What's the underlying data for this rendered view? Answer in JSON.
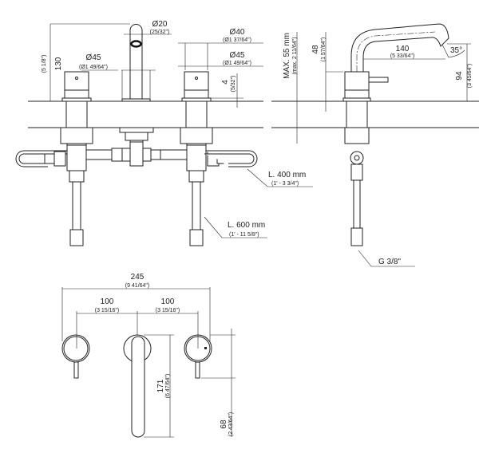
{
  "front_view": {
    "height": {
      "mm": "130",
      "in": "(5 1/8\")"
    },
    "spout_diameter": {
      "mm": "Ø20",
      "in": "(25/32\")"
    },
    "left_handle_diameter": {
      "mm": "Ø45",
      "in": "(Ø1 49/64\")"
    },
    "right_handle_top_diameter": {
      "mm": "Ø40",
      "in": "(Ø1 37/64\")"
    },
    "right_handle_diameter": {
      "mm": "Ø45",
      "in": "(Ø1 49/64\")"
    },
    "base_height": {
      "mm": "4",
      "in": "(5/32\")"
    },
    "hose_short": {
      "mm": "L. 400 mm",
      "in": "(1' - 3 3/4\")"
    },
    "hose_long": {
      "mm": "L. 600 mm",
      "in": "(1' - 11 5/8\")"
    }
  },
  "side_view": {
    "max_thickness": {
      "mm": "MAX. 55 mm",
      "in": "(max. 2 11/64\")"
    },
    "handle_height": {
      "mm": "48",
      "in": "(1 57/64\")"
    },
    "reach": {
      "mm": "140",
      "in": "(5 33/64\")"
    },
    "angle": "35°",
    "spout_height": {
      "mm": "94",
      "in": "(3 45/64\")"
    },
    "connection": "G 3/8\""
  },
  "top_view": {
    "overall_width": {
      "mm": "245",
      "in": "(9 41/64\")"
    },
    "spacing_left": {
      "mm": "100",
      "in": "(3 15/16\")"
    },
    "spacing_right": {
      "mm": "100",
      "in": "(3 15/16\")"
    },
    "spout_length": {
      "mm": "171",
      "in": "(6 47/64\")"
    },
    "handle_offset": {
      "mm": "68",
      "in": "(2 43/64\")"
    }
  }
}
